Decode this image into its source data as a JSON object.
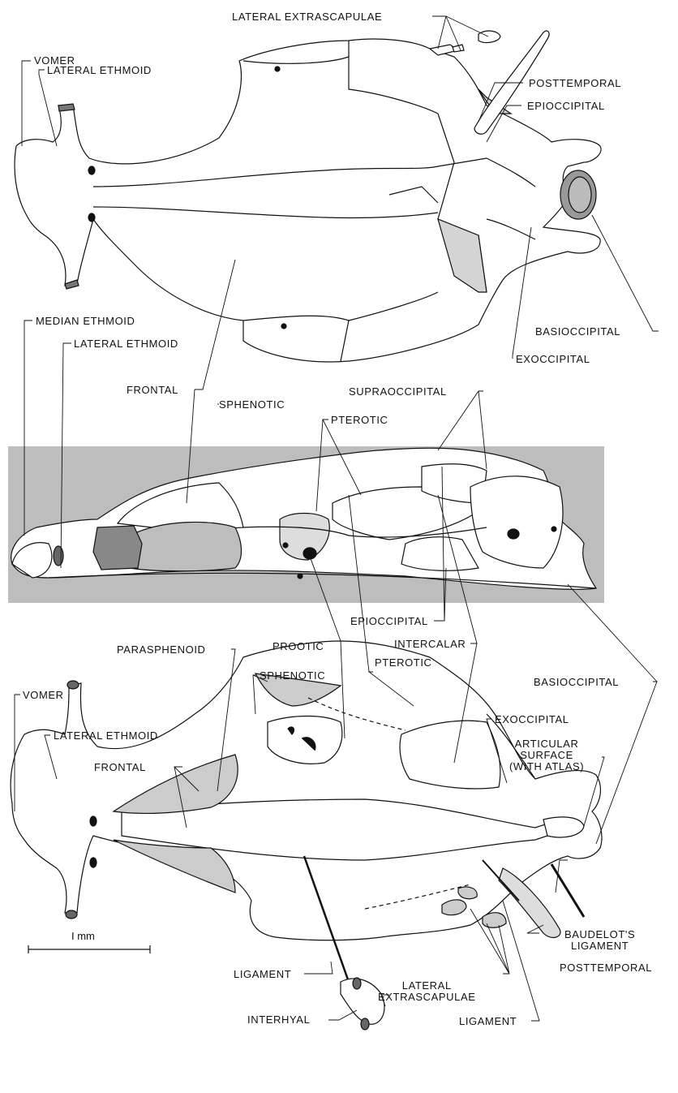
{
  "colors": {
    "ink": "#111111",
    "band": "#bdbdbd",
    "bone": "#ffffff",
    "shade": "#d4d4d4"
  },
  "labels": {
    "top": {
      "lateral_extrascapulae": "LATERAL EXTRASCAPULAE",
      "vomer": "VOMER",
      "lateral_ethmoid": "LATERAL ETHMOID",
      "posttemporal": "POSTTEMPORAL",
      "epioccipital": "EPIOCCIPITAL",
      "median_ethmoid": "MEDIAN ETHMOID",
      "lateral_ethmoid_2": "LATERAL ETHMOID",
      "basioccipital": "BASIOCCIPITAL",
      "exoccipital": "EXOCCIPITAL"
    },
    "middle": {
      "frontal": "FRONTAL",
      "sphenotic": "SPHENOTIC",
      "supraoccipital": "SUPRAOCCIPITAL",
      "pterotic": "PTEROTIC",
      "parasphenoid": "PARASPHENOID",
      "epioccipital": "EPIOCCIPITAL",
      "intercalar": "INTERCALAR",
      "prootic": "PROOTIC"
    },
    "bottom": {
      "sphenotic": "SPHENOTIC",
      "pterotic": "PTEROTIC",
      "basioccipital": "BASIOCCIPITAL",
      "vomer": "VOMER",
      "exoccipital": "EXOCCIPITAL",
      "lateral_ethmoid": "LATERAL ETHMOID",
      "articular_surface": "ARTICULAR\nSURFACE\n(WITH ATLAS)",
      "frontal": "FRONTAL",
      "baudelots_ligament": "BAUDELOT'S\nLIGAMENT",
      "posttemporal": "POSTTEMPORAL",
      "ligament": "LIGAMENT",
      "lateral_extrascapulae": "LATERAL\nEXTRASCAPULAE",
      "interhyal": "INTERHYAL",
      "ligament_2": "LIGAMENT"
    }
  },
  "scale_bar": {
    "label": "I mm"
  }
}
